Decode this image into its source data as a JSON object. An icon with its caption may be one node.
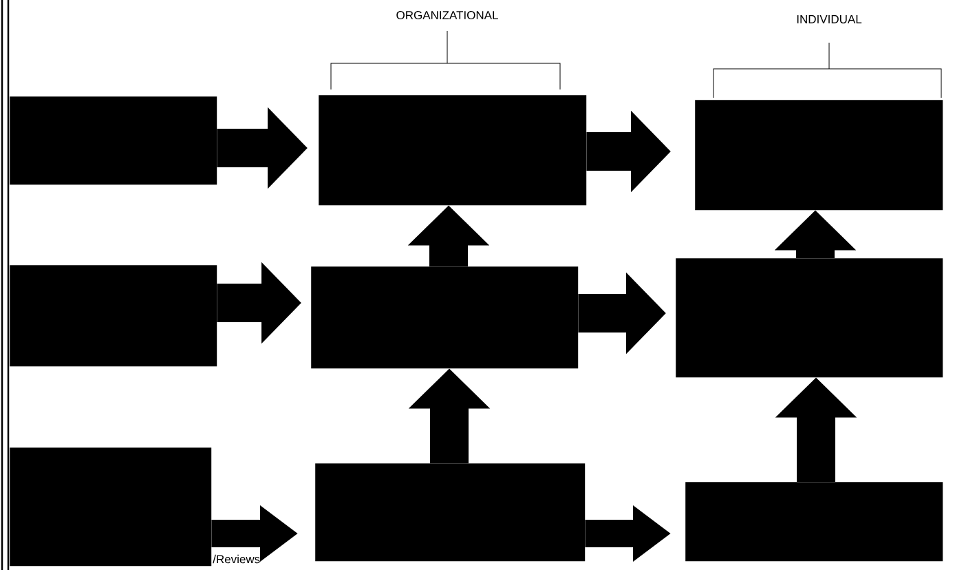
{
  "diagram": {
    "nodes": [
      {
        "text": [],
        "shape": "box"
      },
      {
        "text": [],
        "shape": "box"
      },
      {
        "text": [],
        "shape": "box"
      },
      {
        "text": [],
        "shape": "box"
      },
      {
        "text": [],
        "shape": "box"
      },
      {
        "text": [],
        "shape": "box"
      },
      {
        "text": [],
        "shape": "box"
      },
      {
        "text": [],
        "shape": "box"
      },
      {
        "text": [],
        "shape": "box"
      }
    ],
    "edges": [
      {
        "from": 0,
        "to": 1,
        "arrow": "to"
      },
      {
        "from": 1,
        "to": 2,
        "arrow": "to"
      },
      {
        "from": 3,
        "to": 4,
        "arrow": "to"
      },
      {
        "from": 4,
        "to": 5,
        "arrow": "to"
      },
      {
        "from": 4,
        "to": 1,
        "arrow": "to"
      },
      {
        "from": 5,
        "to": 2,
        "arrow": "to"
      },
      {
        "from": 6,
        "to": 7,
        "arrow": "to"
      },
      {
        "from": 7,
        "to": 4,
        "arrow": "to"
      },
      {
        "from": 7,
        "to": 8,
        "arrow": "to"
      },
      {
        "from": 8,
        "to": 5,
        "arrow": "to"
      }
    ],
    "labels": [
      "ORGANIZATIONAL",
      "INDIVIDUAL",
      "/Reviews"
    ]
  }
}
